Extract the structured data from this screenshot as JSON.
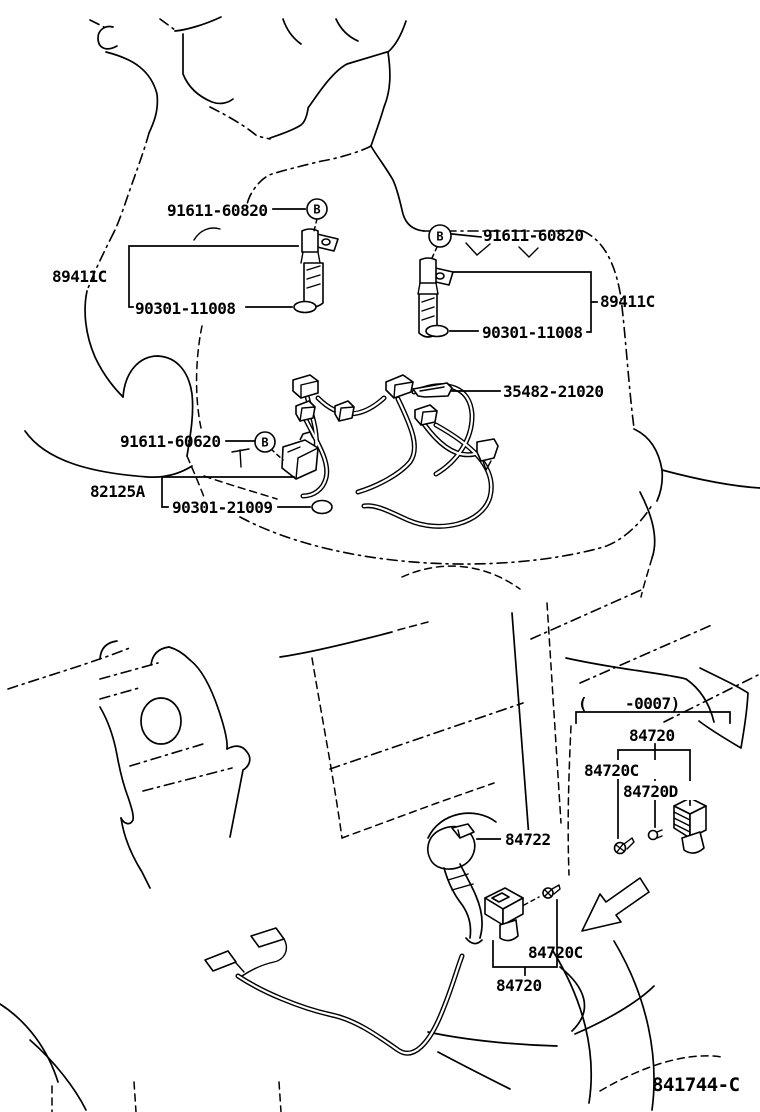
{
  "diagram": {
    "code": "841744-C",
    "marker_letter": "B",
    "upper_section": {
      "left_sensor": {
        "bolt": "91611-60820",
        "part": "89411C",
        "oring": "90301-11008"
      },
      "right_sensor": {
        "bolt": "91611-60820",
        "part": "89411C",
        "oring": "90301-11008"
      },
      "harness": "35482-21020",
      "mid_sensor": {
        "bolt": "91611-60620",
        "part": "82125A",
        "oring": "90301-21009"
      }
    },
    "lower_section": {
      "range_open": "(",
      "range_close": "-0007)",
      "switch_assy": "84720",
      "switch_screw_top": "84720C",
      "switch_bulb": "84720D",
      "shift_knob": "84722",
      "switch_screw_bottom": "84720C",
      "switch_bottom": "84720"
    }
  }
}
